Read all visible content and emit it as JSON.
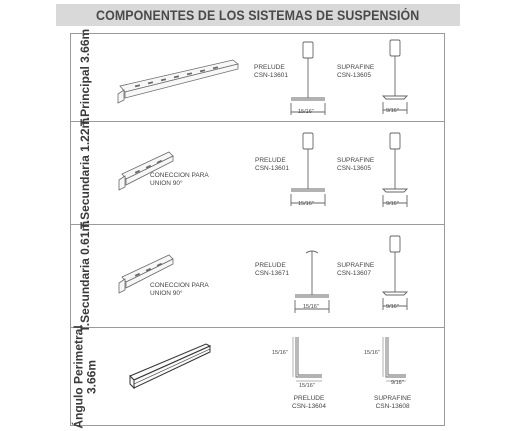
{
  "title": "COMPONENTES DE LOS SISTEMAS DE SUSPENSIÓN",
  "rows": [
    {
      "side_label": [
        "T.Principal 3.66m"
      ],
      "note": "",
      "left_part": {
        "name": "PRELUDE",
        "code": "CSN-13601",
        "dim": "15/16\""
      },
      "right_part": {
        "name": "SUPRAFINE",
        "code": "CSN-13605",
        "dim": "9/16\""
      }
    },
    {
      "side_label": [
        "T.Secundaria 1.22m"
      ],
      "note": [
        "CONECCION PARA",
        "UNION 90°"
      ],
      "left_part": {
        "name": "PRELUDE",
        "code": "CSN-13601",
        "dim": "15/16\""
      },
      "right_part": {
        "name": "SUPRAFINE",
        "code": "CSN-13605",
        "dim": "9/16\""
      }
    },
    {
      "side_label": [
        "T.Secundaria 0.61m"
      ],
      "note": [
        "CONECCION PARA",
        "UNION 90°"
      ],
      "left_part": {
        "name": "PRELUDE",
        "code": "CSN-13671",
        "dim": "15/16\""
      },
      "right_part": {
        "name": "SUPRAFINE",
        "code": "CSN-13607",
        "dim": "9/16\""
      }
    },
    {
      "side_label": [
        "Ángulo Perimetral",
        "3.66m"
      ],
      "note": "",
      "left_part": {
        "name": "PRELUDE",
        "code": "CSN-13604",
        "dim_h": "15/16\"",
        "dim_w": "15/16\""
      },
      "right_part": {
        "name": "SUPRAFINE",
        "code": "CSN-13608",
        "dim_h": "15/16\"",
        "dim_w": "9/16\""
      }
    }
  ]
}
